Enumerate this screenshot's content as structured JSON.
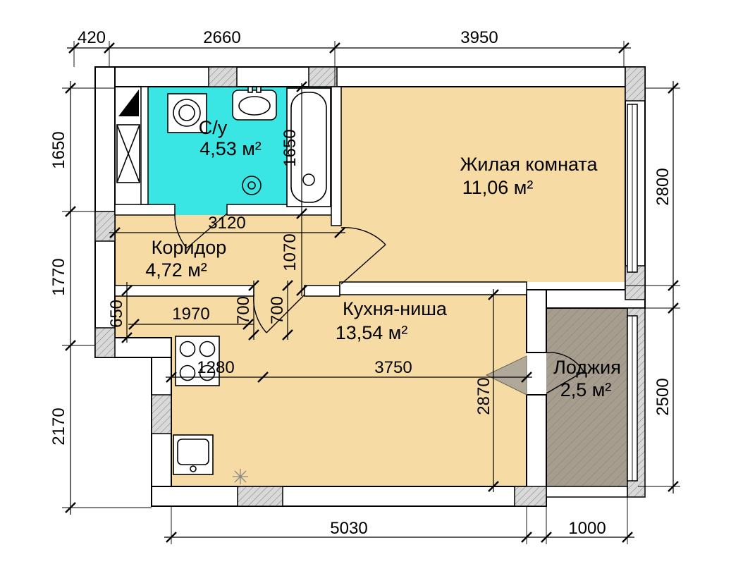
{
  "rooms": [
    {
      "name": "С/у",
      "area": "4,53 м²"
    },
    {
      "name": "Жилая комната",
      "area": "11,06 м²"
    },
    {
      "name": "Коридор",
      "area": "4,72 м²"
    },
    {
      "name": "Кухня-ниша",
      "area": "13,54 м²"
    },
    {
      "name": "Лоджия",
      "area": "2,5 м²"
    }
  ],
  "dims": {
    "top": [
      "420",
      "2660",
      "3950"
    ],
    "left": [
      "1650",
      "1770",
      "2170"
    ],
    "right": [
      "2800",
      "2500"
    ],
    "bottom": [
      "5030",
      "1000"
    ],
    "inner": {
      "bath": "1650",
      "corridor_w": "3120",
      "corridor_h": "1070",
      "niche": "650",
      "hall": "1970",
      "jamb1": "700",
      "jamb2": "700",
      "kitchen_l": "1280",
      "kitchen_r": "3750",
      "kitchen_h": "2870"
    }
  },
  "colors": {
    "room": "#f7dba4",
    "bath": "#3ae6e4",
    "loggia": "#a79d8f",
    "hatch": "#d9d9d9"
  }
}
